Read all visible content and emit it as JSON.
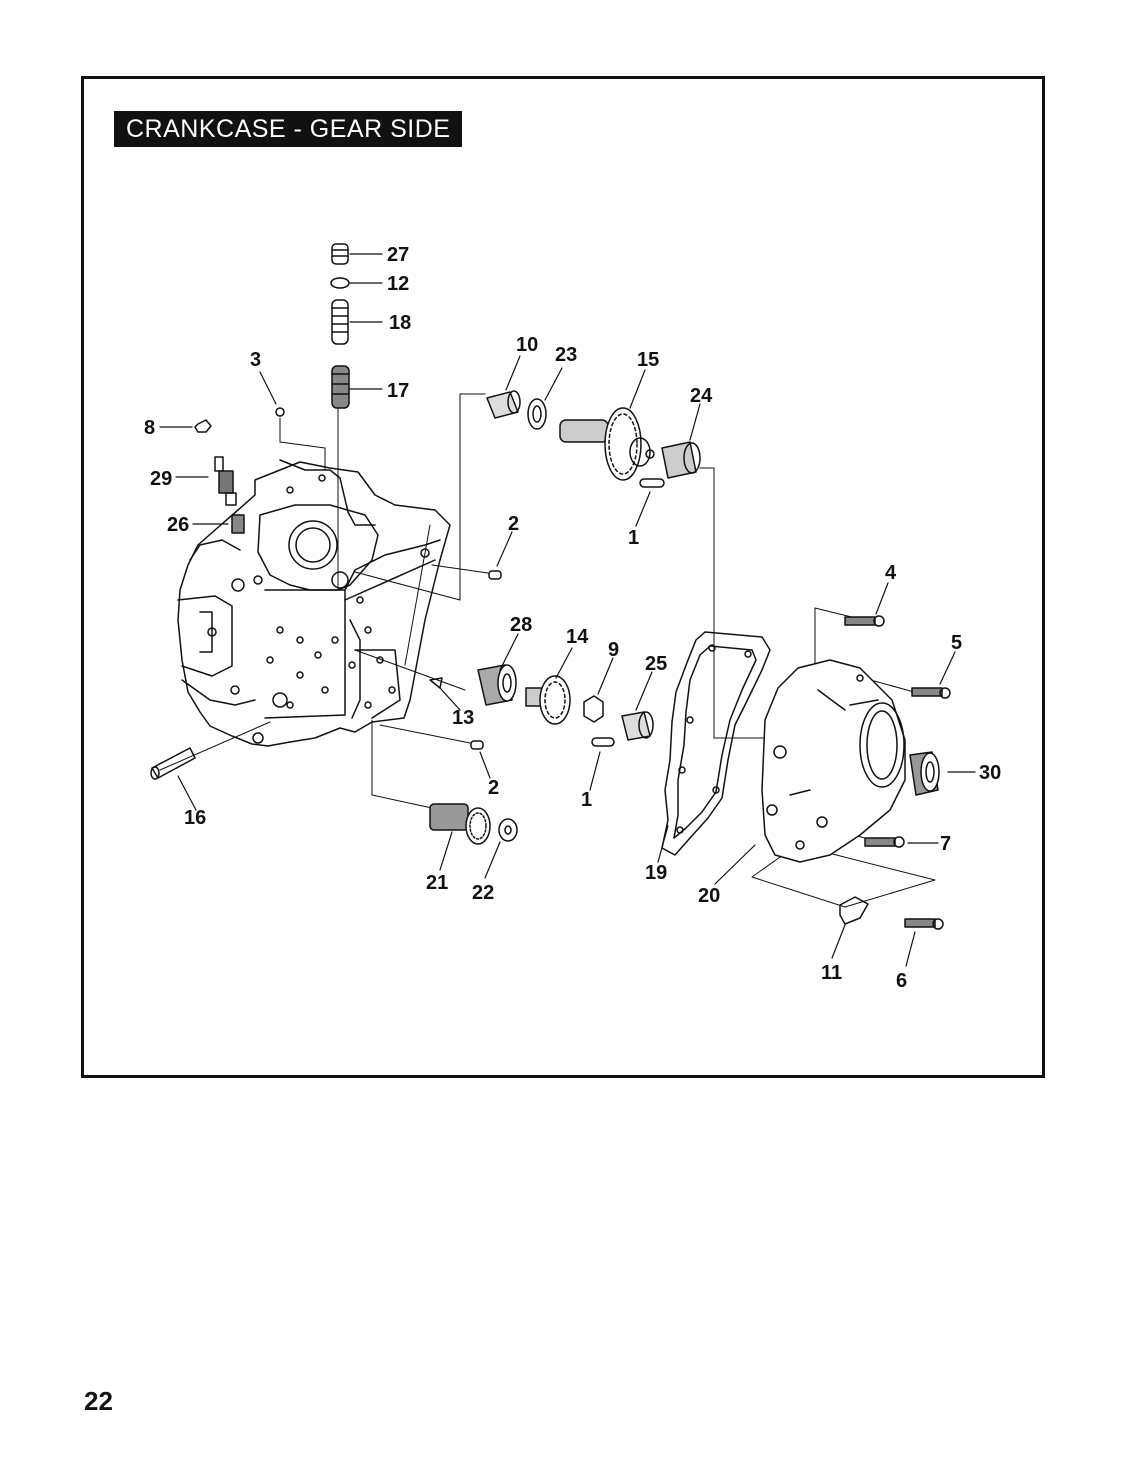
{
  "title": "CRANKCASE - GEAR SIDE",
  "page_number": "22",
  "callouts": {
    "c1a": "1",
    "c1b": "1",
    "c2a": "2",
    "c2b": "2",
    "c3": "3",
    "c4": "4",
    "c5": "5",
    "c6": "6",
    "c7": "7",
    "c8": "8",
    "c9": "9",
    "c10": "10",
    "c11": "11",
    "c12": "12",
    "c13": "13",
    "c14": "14",
    "c15": "15",
    "c16": "16",
    "c17": "17",
    "c18": "18",
    "c19": "19",
    "c20": "20",
    "c21": "21",
    "c22": "22",
    "c23": "23",
    "c24": "24",
    "c25": "25",
    "c26": "26",
    "c27": "27",
    "c28": "28",
    "c29": "29",
    "c30": "30"
  }
}
